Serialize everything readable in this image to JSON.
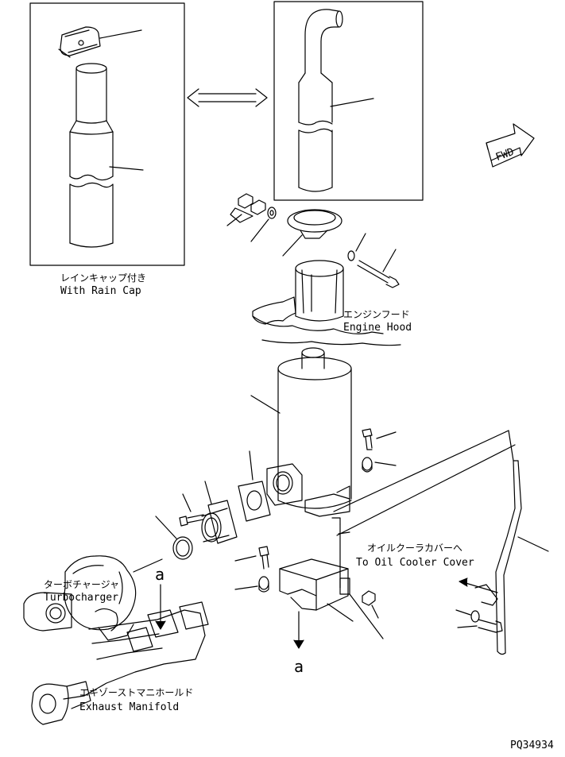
{
  "labels": {
    "rain_cap_jp": "レインキャップ付き",
    "rain_cap_en": "With Rain Cap",
    "engine_hood_jp": "エンジンフード",
    "engine_hood_en": "Engine Hood",
    "oil_cooler_jp": "オイルクーラカバーへ",
    "oil_cooler_en": "To Oil Cooler Cover",
    "turbo_jp": "ターボチャージャ",
    "turbo_en": "Turbocharger",
    "manifold_jp": "エキゾーストマニホールド",
    "manifold_en": "Exhaust Manifold",
    "fwd": "FWD",
    "ref_a_top": "a",
    "ref_a_bottom": "a",
    "drawing_code": "PQ34934"
  }
}
